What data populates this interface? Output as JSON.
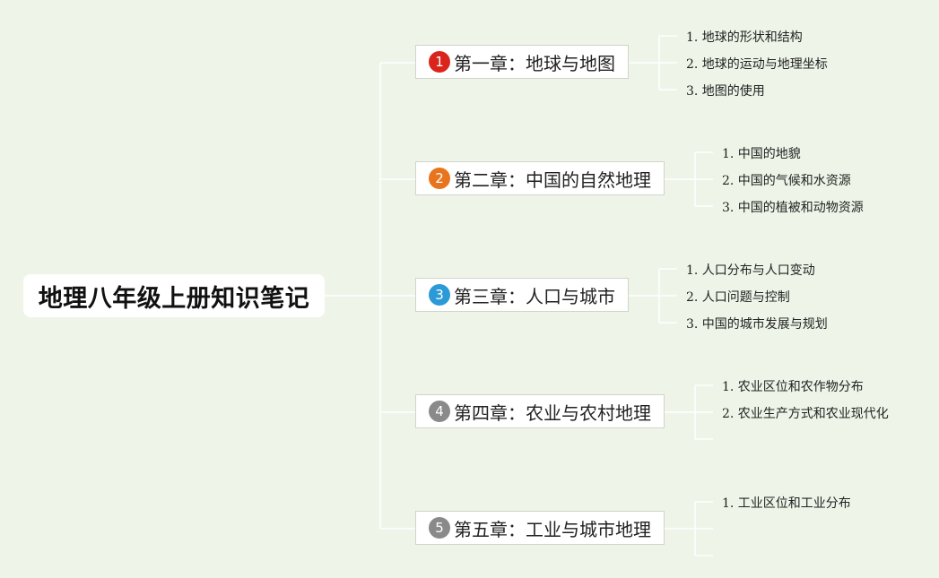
{
  "title": "地理八年级上册知识笔记",
  "chapters": [
    {
      "num": "1",
      "color": "#d9251c",
      "label": "第一章：地球与地图",
      "items": [
        "1. 地球的形状和结构",
        "2. 地球的运动与地理坐标",
        "3. 地图的使用"
      ]
    },
    {
      "num": "2",
      "color": "#e8741e",
      "label": "第二章：中国的自然地理",
      "items": [
        "1. 中国的地貌",
        "2. 中国的气候和水资源",
        "3. 中国的植被和动物资源"
      ]
    },
    {
      "num": "3",
      "color": "#2b9ad6",
      "label": "第三章：人口与城市",
      "items": [
        "1. 人口分布与人口变动",
        "2. 人口问题与控制",
        "3. 中国的城市发展与规划"
      ]
    },
    {
      "num": "4",
      "color": "#8a8a8a",
      "label": "第四章：农业与农村地理",
      "items": [
        "1. 农业区位和农作物分布",
        "2. 农业生产方式和农业现代化"
      ]
    },
    {
      "num": "5",
      "color": "#8a8a8a",
      "label": "第五章：工业与城市地理",
      "items": [
        "1. 工业区位和工业分布"
      ]
    }
  ],
  "colors": {
    "background": "#eef5e8",
    "connector": "#ffffff"
  }
}
